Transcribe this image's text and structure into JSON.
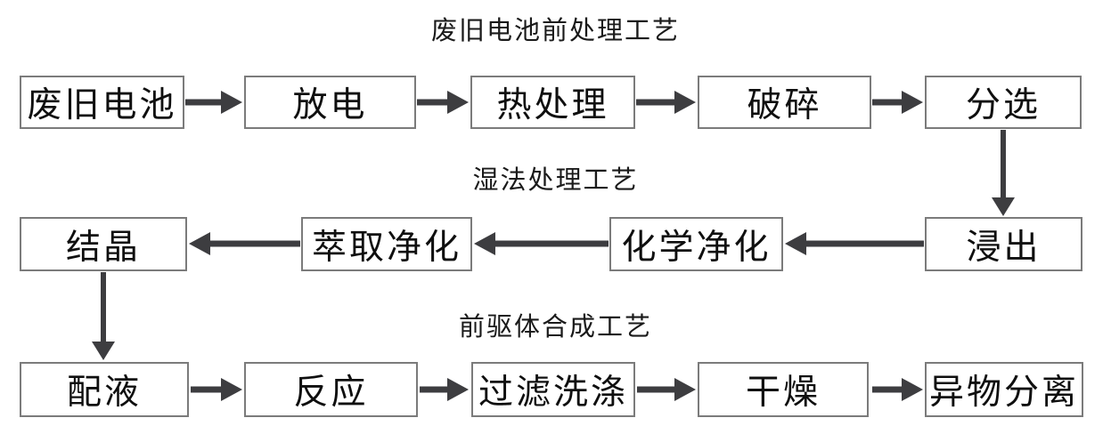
{
  "diagram": {
    "background_color": "#ffffff",
    "box_border_color": "#7b7b7b",
    "arrow_color": "#3d3d40",
    "text_color": "#0f0f0f",
    "sections": [
      {
        "title": "废旧电池前处理工艺",
        "flow": "left-to-right",
        "nodes": [
          "废旧电池",
          "放电",
          "热处理",
          "破碎",
          "分选"
        ]
      },
      {
        "title": "湿法处理工艺",
        "flow": "right-to-left",
        "nodes": [
          "浸出",
          "化学净化",
          "萃取净化",
          "结晶"
        ]
      },
      {
        "title": "前驱体合成工艺",
        "flow": "left-to-right",
        "nodes": [
          "配液",
          "反应",
          "过滤洗涤",
          "干燥",
          "异物分离"
        ]
      }
    ],
    "connections": [
      {
        "from": "废旧电池",
        "to": "放电"
      },
      {
        "from": "放电",
        "to": "热处理"
      },
      {
        "from": "热处理",
        "to": "破碎"
      },
      {
        "from": "破碎",
        "to": "分选"
      },
      {
        "from": "分选",
        "to": "浸出"
      },
      {
        "from": "浸出",
        "to": "化学净化"
      },
      {
        "from": "化学净化",
        "to": "萃取净化"
      },
      {
        "from": "萃取净化",
        "to": "结晶"
      },
      {
        "from": "结晶",
        "to": "配液"
      },
      {
        "from": "配液",
        "to": "反应"
      },
      {
        "from": "反应",
        "to": "过滤洗涤"
      },
      {
        "from": "过滤洗涤",
        "to": "干燥"
      },
      {
        "from": "干燥",
        "to": "异物分离"
      }
    ]
  }
}
